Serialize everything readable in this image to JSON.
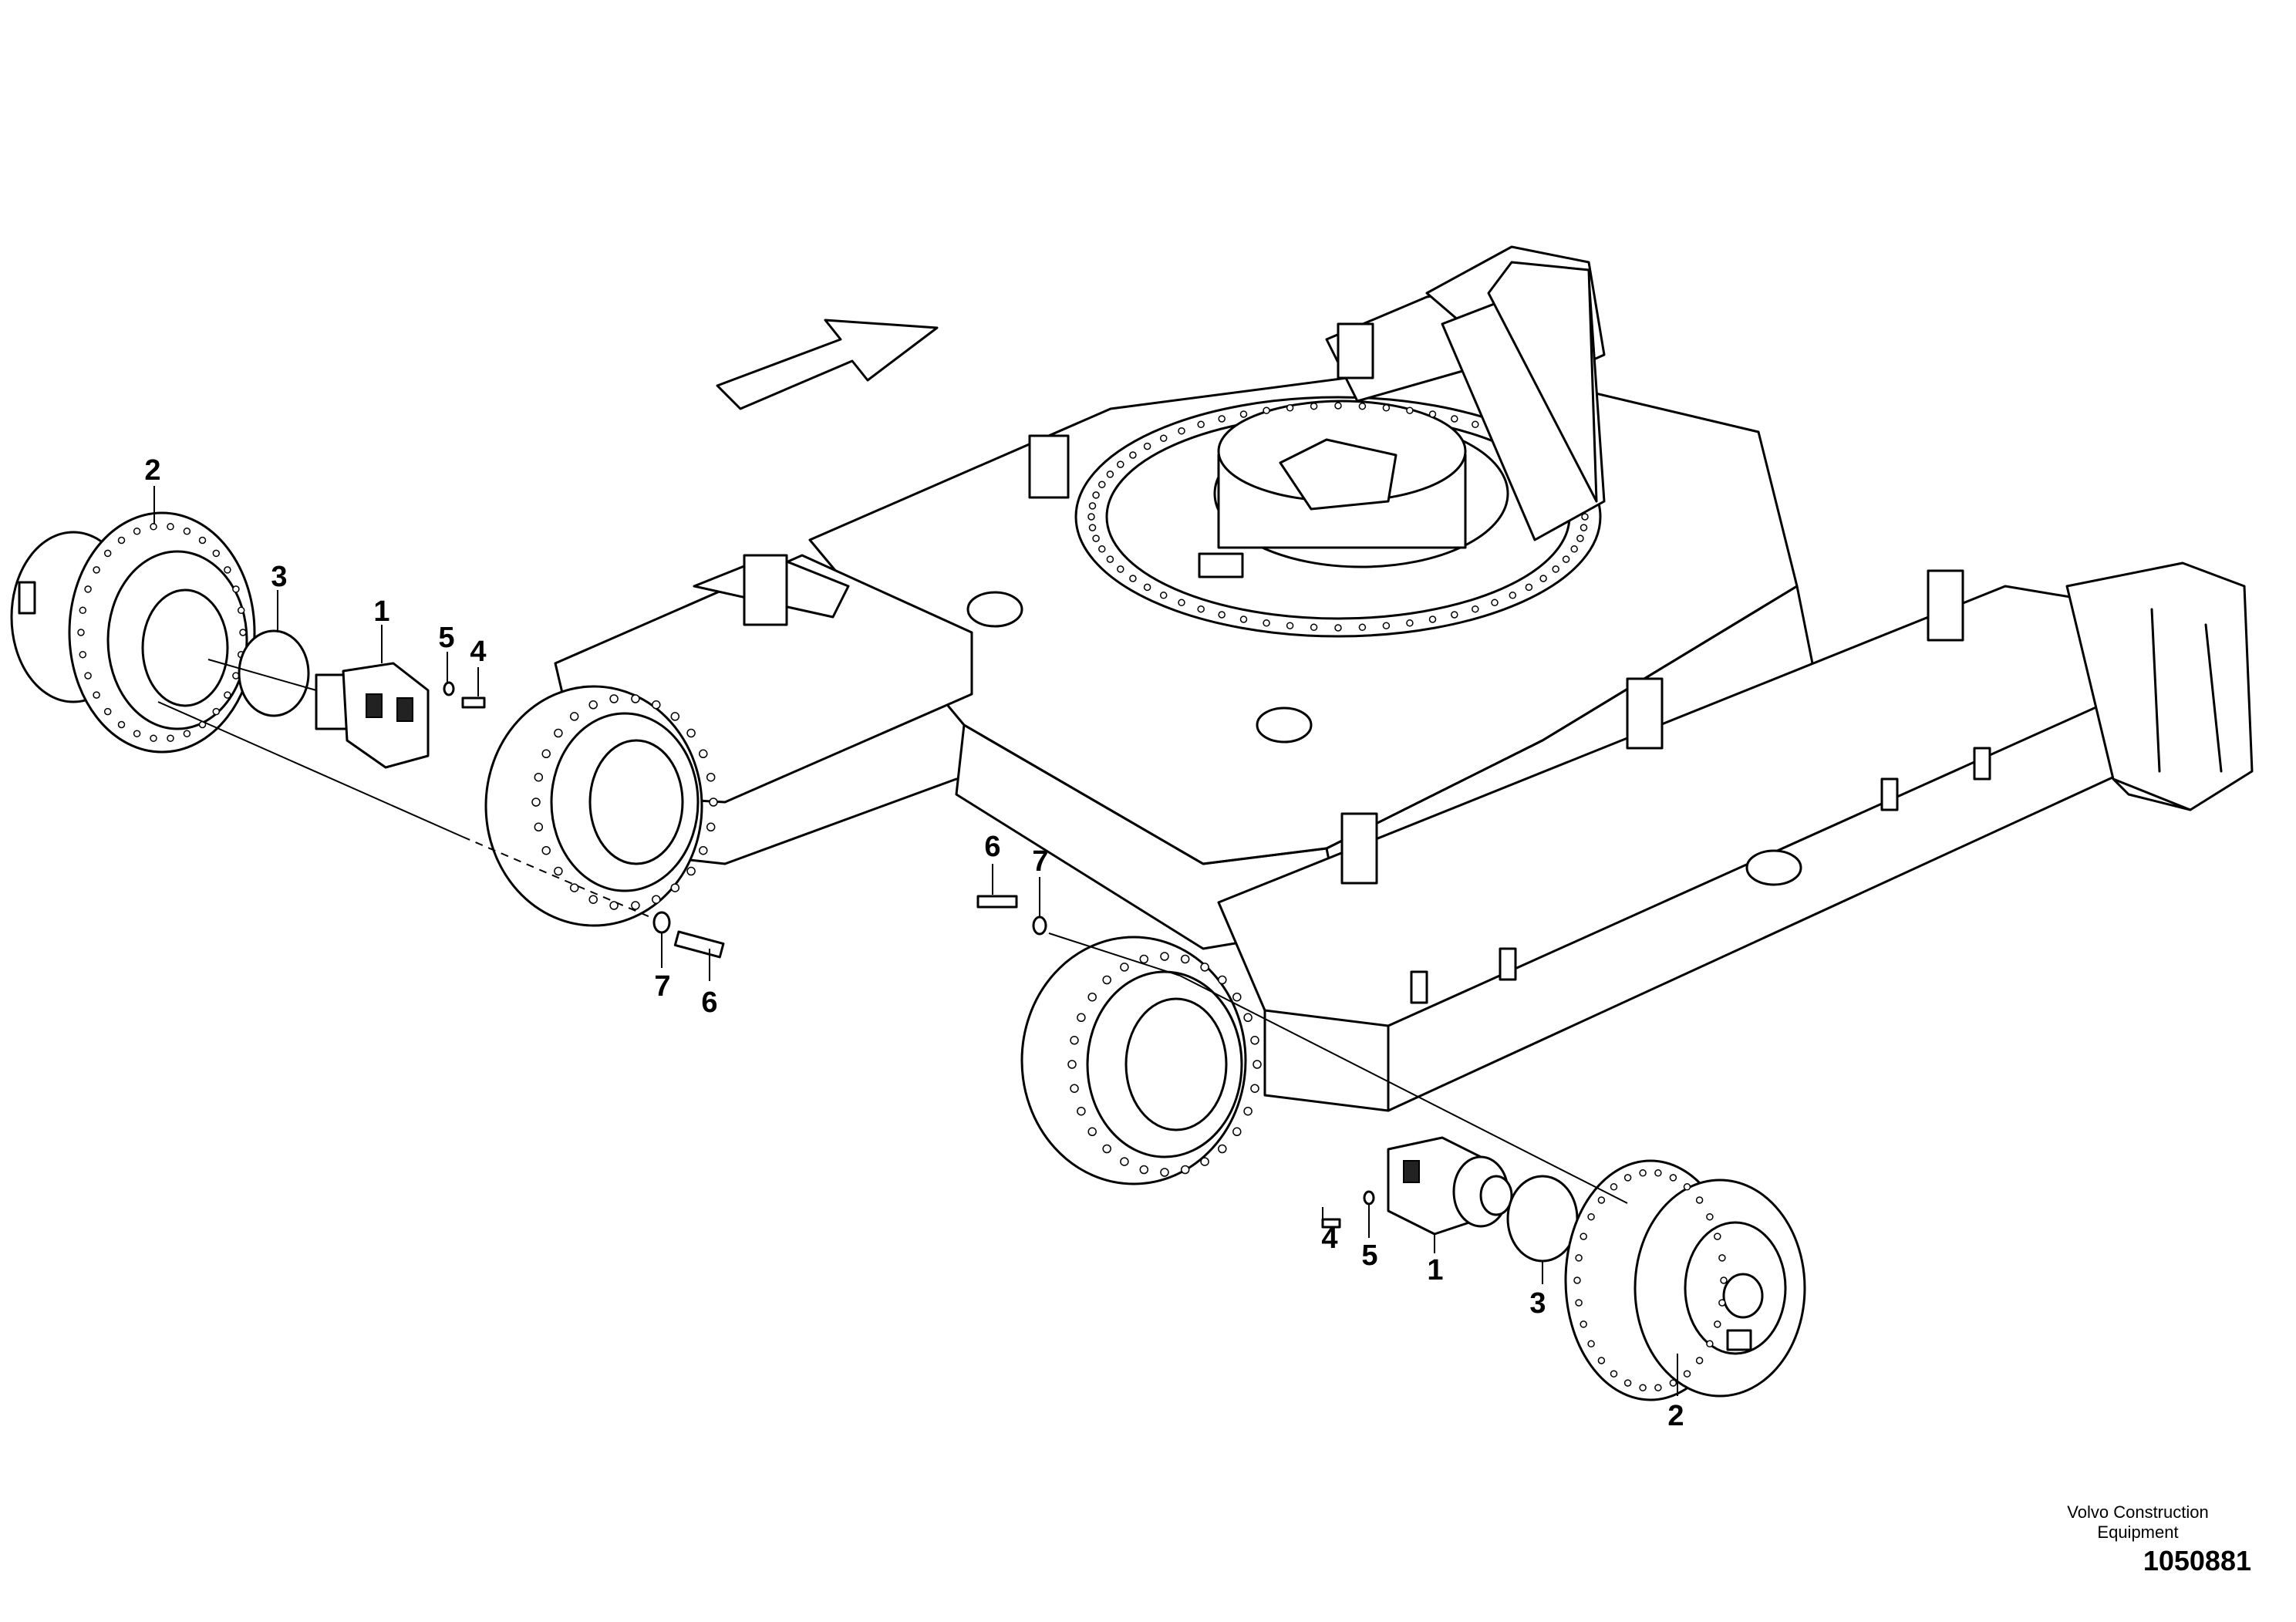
{
  "brand": {
    "line1": "Volvo Construction",
    "line2": "Equipment"
  },
  "reference_number": "1050881",
  "callouts": {
    "left": {
      "c2": "2",
      "c3": "3",
      "c1": "1",
      "c5": "5",
      "c4": "4",
      "c7": "7",
      "c6": "6"
    },
    "right": {
      "c6": "6",
      "c7": "7",
      "c4": "4",
      "c5": "5",
      "c1": "1",
      "c3": "3",
      "c2": "2"
    }
  },
  "icons": {
    "direction_arrow": "forward-travel-arrow"
  }
}
